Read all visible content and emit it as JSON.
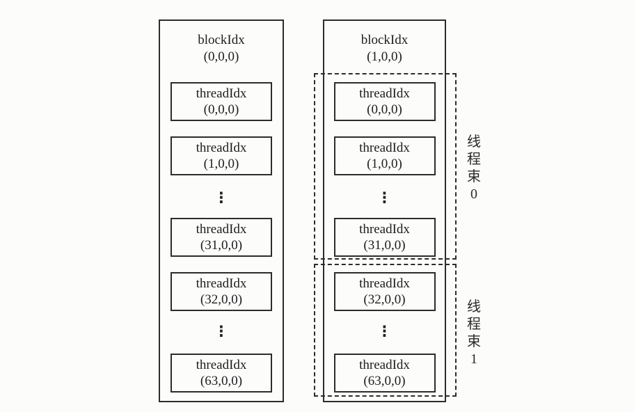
{
  "figure": {
    "ellipsis": "⋮",
    "blocks": [
      {
        "name": "blockIdx",
        "index": "(0,0,0)",
        "threads": [
          {
            "name": "threadIdx",
            "index": "(0,0,0)"
          },
          {
            "name": "threadIdx",
            "index": "(1,0,0)"
          },
          {
            "name": "threadIdx",
            "index": "(31,0,0)"
          },
          {
            "name": "threadIdx",
            "index": "(32,0,0)"
          },
          {
            "name": "threadIdx",
            "index": "(63,0,0)"
          }
        ]
      },
      {
        "name": "blockIdx",
        "index": "(1,0,0)",
        "threads": [
          {
            "name": "threadIdx",
            "index": "(0,0,0)"
          },
          {
            "name": "threadIdx",
            "index": "(1,0,0)"
          },
          {
            "name": "threadIdx",
            "index": "(31,0,0)"
          },
          {
            "name": "threadIdx",
            "index": "(32,0,0)"
          },
          {
            "name": "threadIdx",
            "index": "(63,0,0)"
          }
        ]
      }
    ],
    "warps": [
      {
        "chars": [
          "线",
          "程",
          "束",
          "0"
        ]
      },
      {
        "chars": [
          "线",
          "程",
          "束",
          "1"
        ]
      }
    ]
  }
}
